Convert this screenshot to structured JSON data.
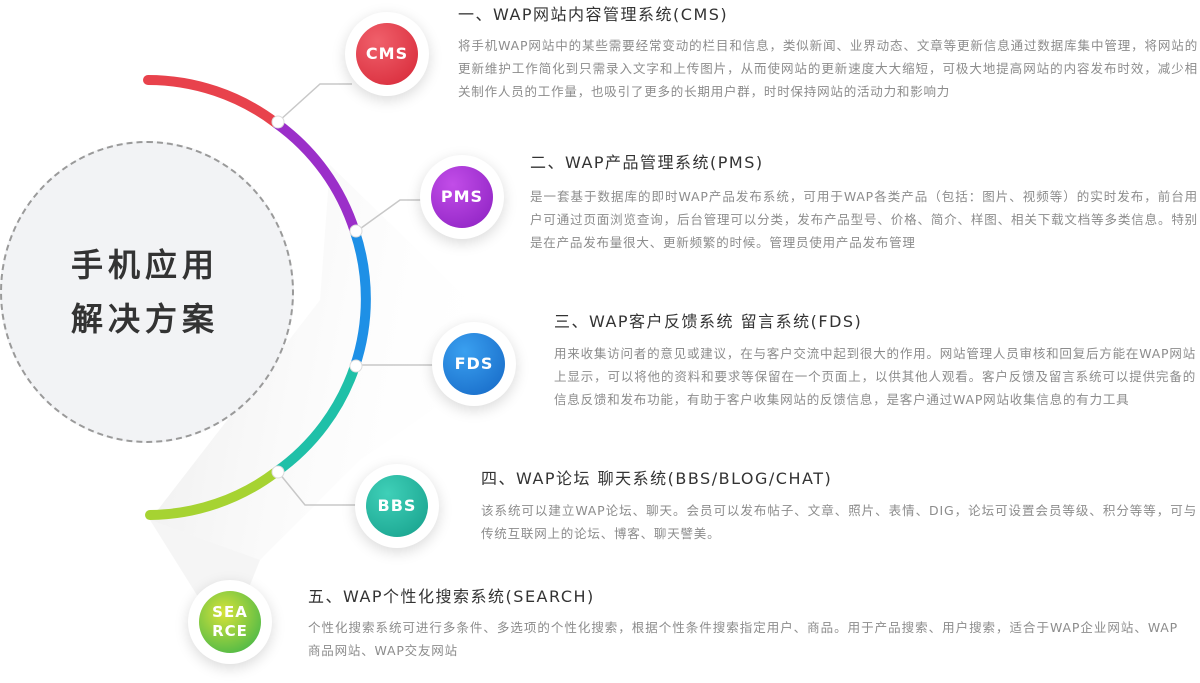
{
  "center": {
    "title_line1": "手机应用",
    "title_line2": "解决方案"
  },
  "colors": {
    "arc_red": "#e8424c",
    "arc_purple": "#9b2fc9",
    "arc_blue": "#1e90e6",
    "arc_teal": "#1fc0a8",
    "arc_green": "#62c33a",
    "cms": "#e53745",
    "pms": "#a02fd0",
    "fds": "#1a7fd8",
    "bbs": "#22b3a0",
    "search": "#8ccf2a"
  },
  "modules": [
    {
      "badge": "CMS",
      "title": "一、WAP网站内容管理系统(CMS)",
      "desc": "将手机WAP网站中的某些需要经常变动的栏目和信息，类似新闻、业界动态、文章等更新信息通过数据库集中管理，将网站的更新维护工作简化到只需录入文字和上传图片，从而使网站的更新速度大大缩短，可极大地提高网站的内容发布时效，减少相关制作人员的工作量，也吸引了更多的长期用户群，时时保持网站的活动力和影响力"
    },
    {
      "badge": "PMS",
      "title": "二、WAP产品管理系统(PMS)",
      "desc": "是一套基于数据库的即时WAP产品发布系统，可用于WAP各类产品（包括：图片、视频等）的实时发布，前台用户可通过页面浏览查询，后台管理可以分类，发布产品型号、价格、简介、样图、相关下载文档等多类信息。特别是在产品发布量很大、更新频繁的时候。管理员使用产品发布管理"
    },
    {
      "badge": "FDS",
      "title": "三、WAP客户反馈系统 留言系统(FDS)",
      "desc": "用来收集访问者的意见或建议，在与客户交流中起到很大的作用。网站管理人员审核和回复后方能在WAP网站上显示，可以将他的资料和要求等保留在一个页面上，以供其他人观看。客户反馈及留言系统可以提供完备的信息反馈和发布功能，有助于客户收集网站的反馈信息，是客户通过WAP网站收集信息的有力工具"
    },
    {
      "badge": "BBS",
      "title": "四、WAP论坛 聊天系统(BBS/BLOG/CHAT)",
      "desc": "该系统可以建立WAP论坛、聊天。会员可以发布帖子、文章、照片、表情、DIG，论坛可设置会员等级、积分等等，可与传统互联网上的论坛、博客、聊天譬美。"
    },
    {
      "badge_line1": "SEA",
      "badge_line2": "RCE",
      "title": "五、WAP个性化搜索系统(SEARCH)",
      "desc": "个性化搜索系统可进行多条件、多选项的个性化搜索，根据个性条件搜索指定用户、商品。用于产品搜索、用户搜索，适合于WAP企业网站、WAP商品网站、WAP交友网站"
    }
  ]
}
